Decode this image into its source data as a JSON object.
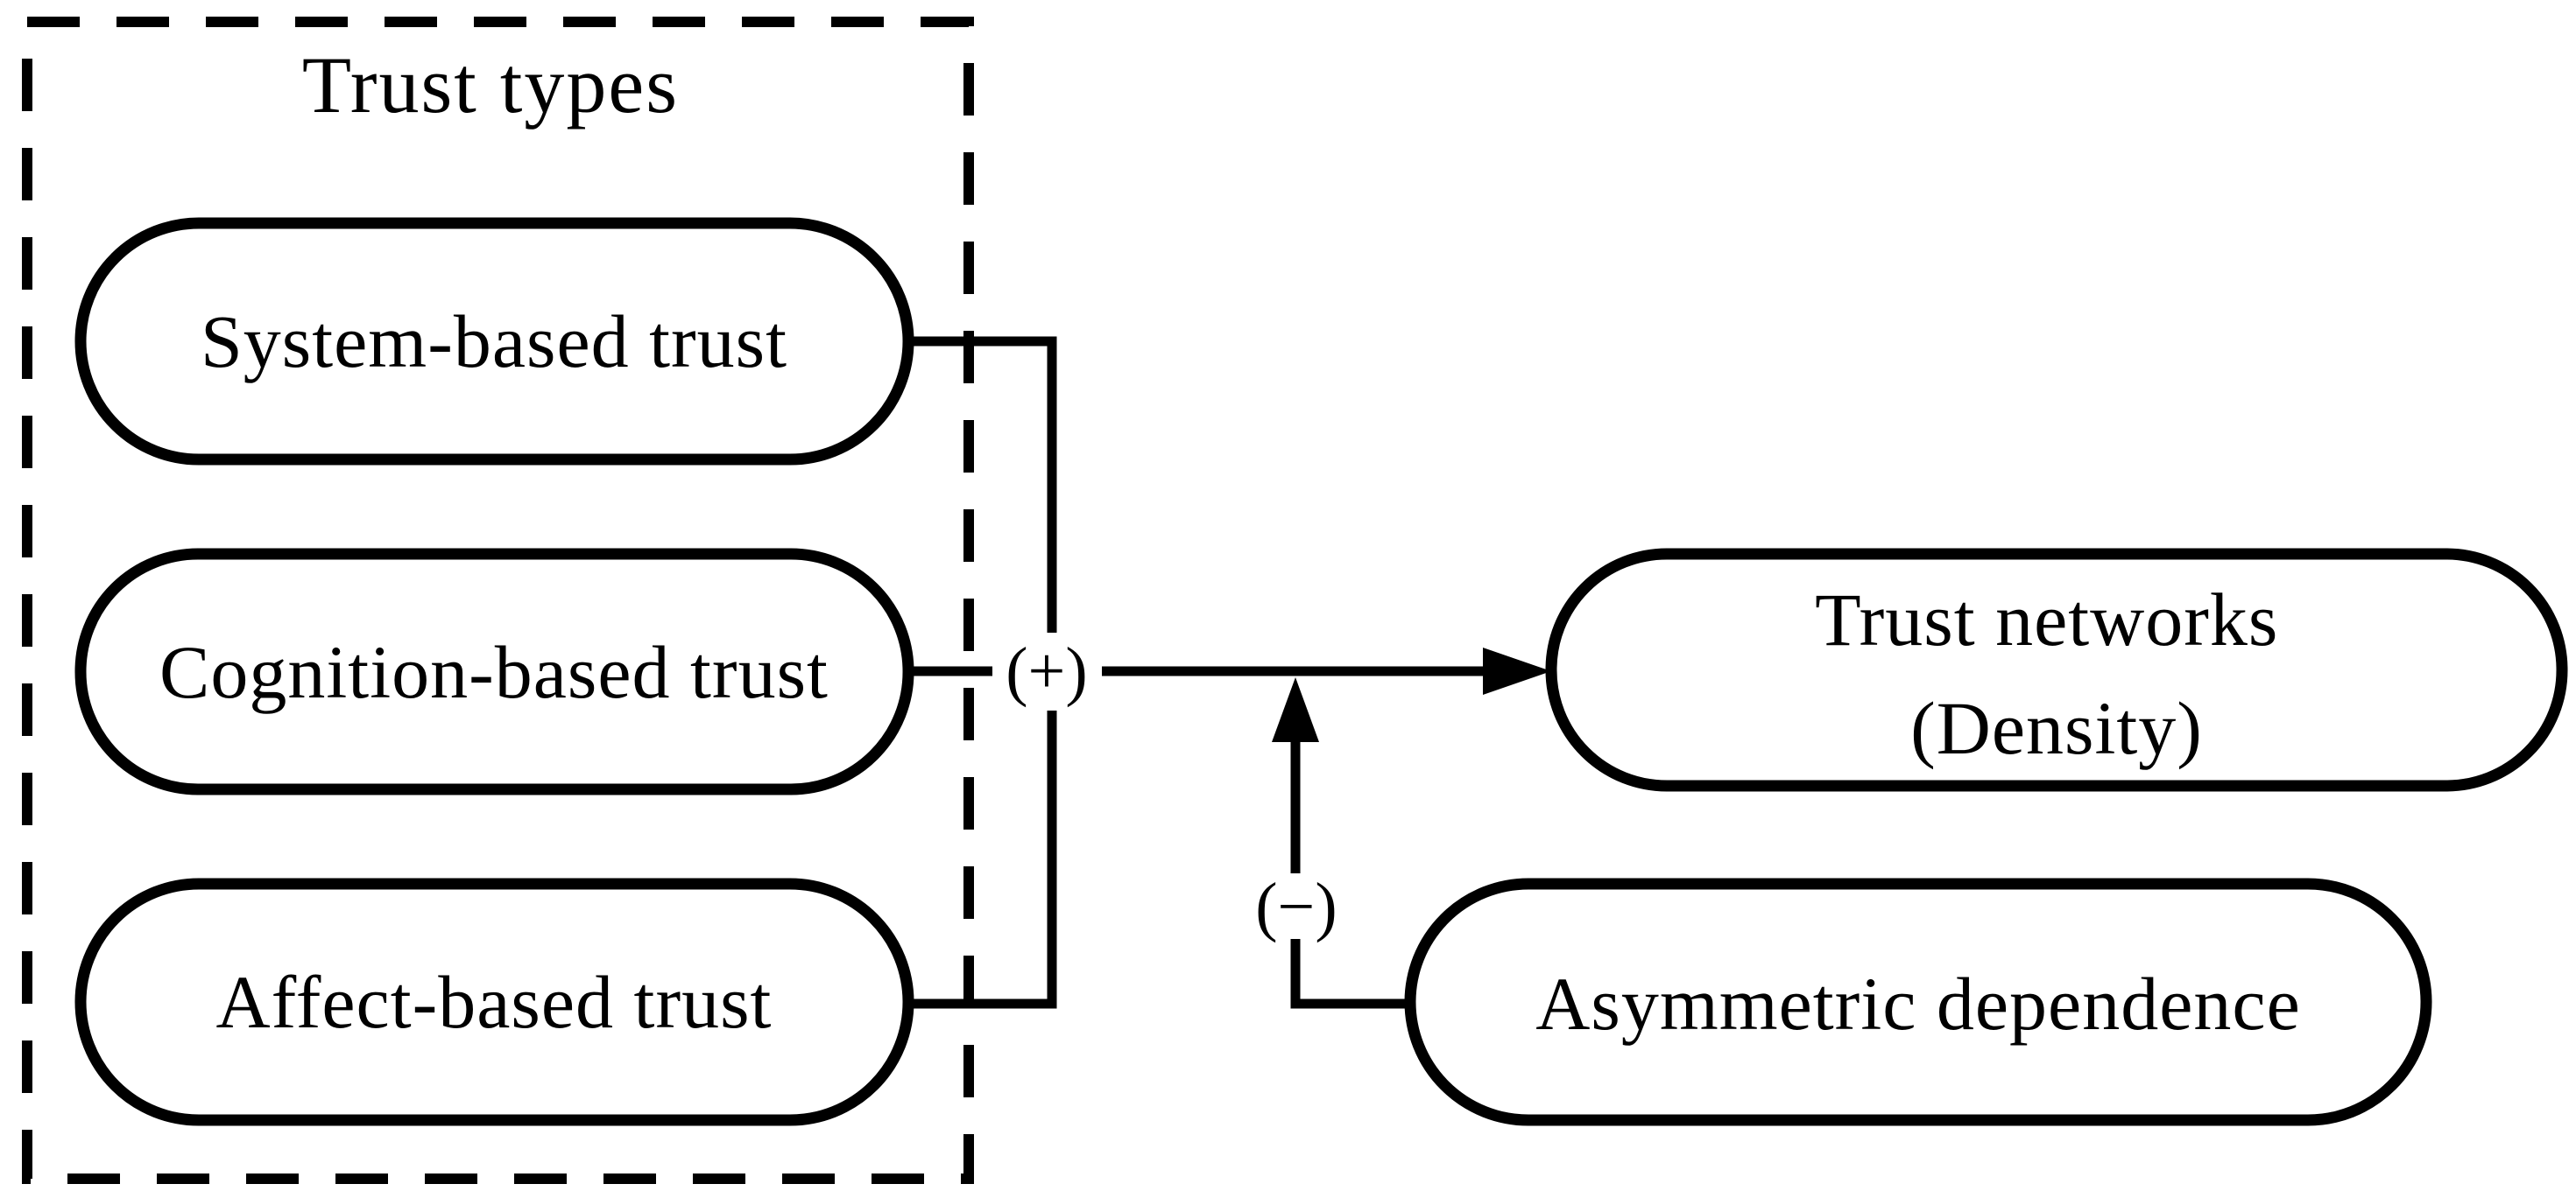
{
  "diagram": {
    "colors": {
      "ink": "#000000",
      "paper": "#ffffff"
    },
    "group": {
      "label": "Trust types"
    },
    "nodes": [
      {
        "id": "system-based-trust",
        "label": "System-based trust"
      },
      {
        "id": "cognition-based-trust",
        "label": "Cognition-based trust"
      },
      {
        "id": "affect-based-trust",
        "label": "Affect-based trust"
      },
      {
        "id": "trust-networks",
        "label_line1": "Trust networks",
        "label_line2": "(Density)"
      },
      {
        "id": "asymmetric-dependence",
        "label": "Asymmetric dependence"
      }
    ],
    "edges": {
      "positive_sign": "(+)",
      "negative_sign": "(−)"
    }
  }
}
